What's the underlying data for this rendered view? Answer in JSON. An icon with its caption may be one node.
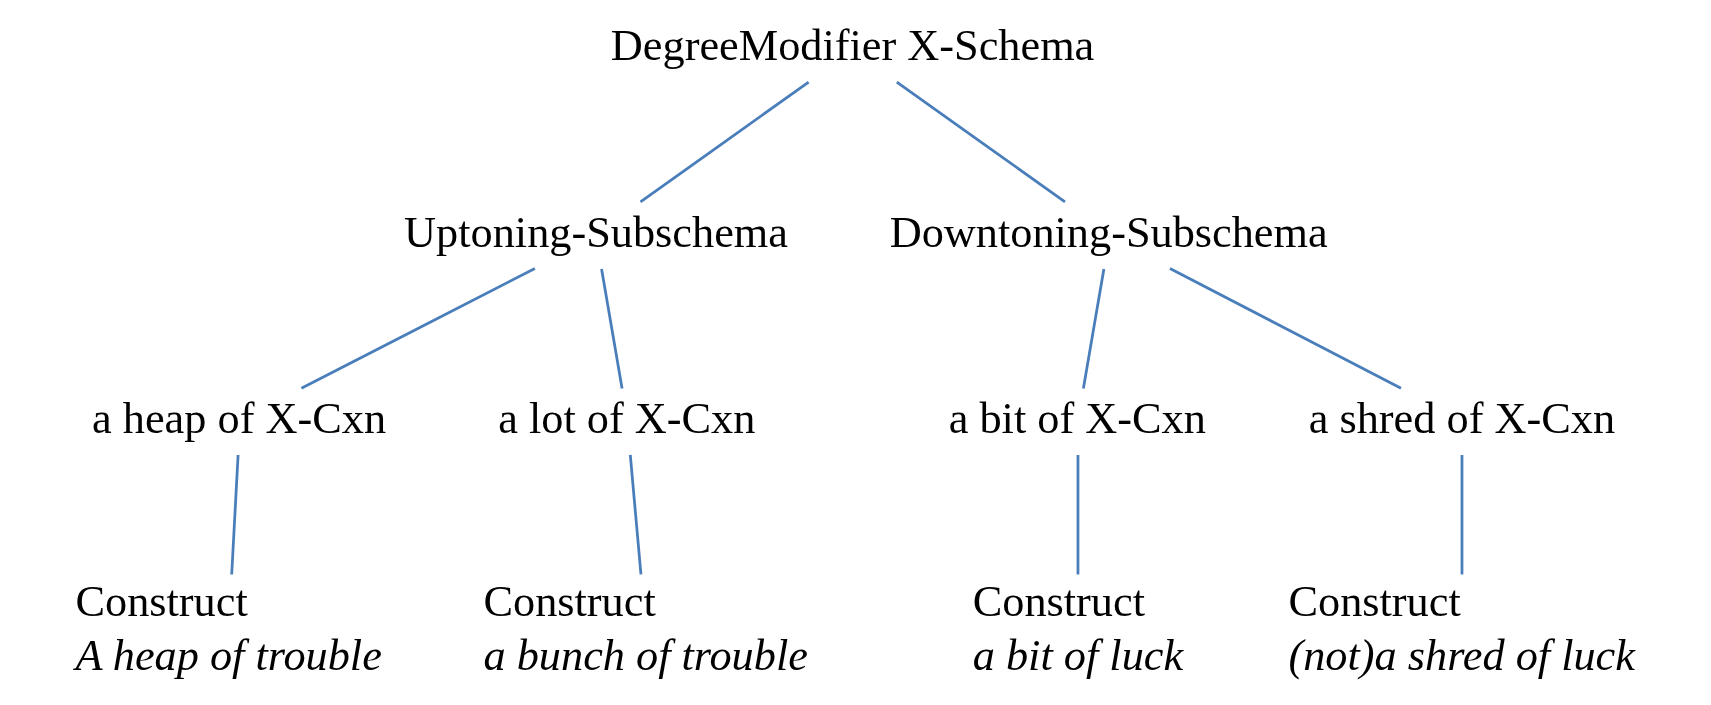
{
  "diagram": {
    "nodes": [
      {
        "text": [
          "DegreeModifier X-Schema"
        ]
      },
      {
        "text": [
          "Uptoning-Subschema"
        ]
      },
      {
        "text": [
          "Downtoning-Subschema"
        ]
      },
      {
        "text": [
          "a heap of X-Cxn"
        ]
      },
      {
        "text": [
          "a lot of X-Cxn"
        ]
      },
      {
        "text": [
          "a bit of X-Cxn"
        ]
      },
      {
        "text": [
          "a shred of X-Cxn"
        ]
      },
      {
        "text": [
          "Construct",
          "A heap of trouble"
        ]
      },
      {
        "text": [
          "Construct",
          "a bunch of trouble"
        ]
      },
      {
        "text": [
          "Construct",
          "a bit of luck"
        ]
      },
      {
        "text": [
          "Construct",
          "(not)a shred of luck"
        ]
      }
    ],
    "edges": [
      {
        "from": 0,
        "to": 1,
        "arrow": "none"
      },
      {
        "from": 0,
        "to": 2,
        "arrow": "none"
      },
      {
        "from": 1,
        "to": 3,
        "arrow": "none"
      },
      {
        "from": 1,
        "to": 4,
        "arrow": "none"
      },
      {
        "from": 2,
        "to": 5,
        "arrow": "none"
      },
      {
        "from": 2,
        "to": 6,
        "arrow": "none"
      },
      {
        "from": 3,
        "to": 7,
        "arrow": "none"
      },
      {
        "from": 4,
        "to": 8,
        "arrow": "none"
      },
      {
        "from": 5,
        "to": 9,
        "arrow": "none"
      },
      {
        "from": 6,
        "to": 10,
        "arrow": "none"
      }
    ]
  }
}
